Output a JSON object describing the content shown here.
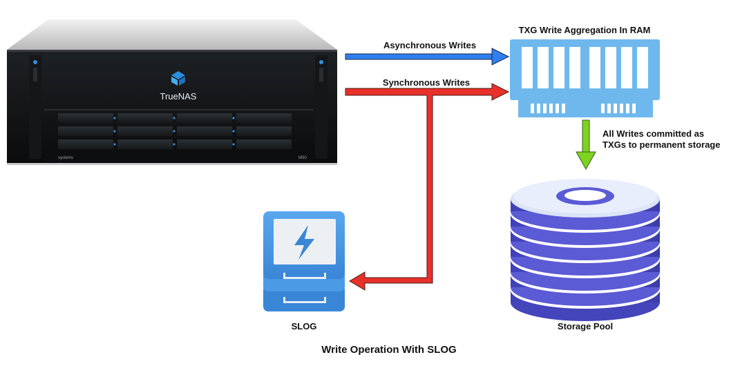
{
  "server": {
    "brand": "TrueNAS",
    "maker": "systems",
    "model": "M50"
  },
  "labels": {
    "async_writes": "Asynchronous Writes",
    "sync_writes": "Synchronous Writes",
    "ram_title": "TXG Write Aggregation In RAM",
    "commit_line1": "All Writes committed as",
    "commit_line2": "TXGs to permanent storage",
    "slog": "SLOG",
    "storage_pool": "Storage Pool"
  },
  "caption": "Write Operation With SLOG",
  "colors": {
    "async_arrow": "#2f7ff0",
    "sync_arrow": "#e8302a",
    "commit_arrow": "#7ed321",
    "ram": "#6fb8ee",
    "slog_device": "#4a9ae6",
    "pool_disc": "#5b5bd6",
    "pool_top": "#e4ebfb"
  }
}
